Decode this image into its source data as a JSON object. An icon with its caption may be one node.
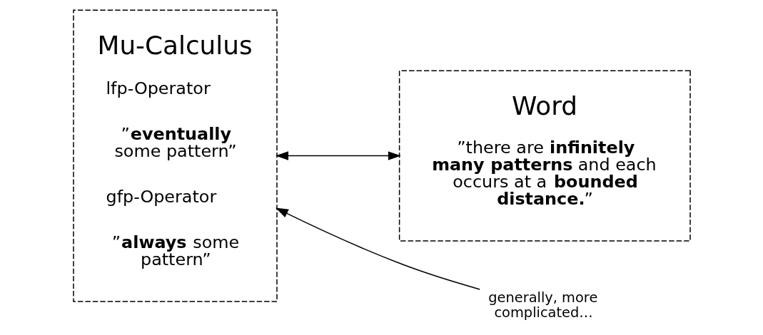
{
  "diagram": {
    "nodes": [
      {
        "text": [
          "Mu-Calculus",
          "lfp-Operator",
          "”**eventually** some pattern”",
          "gfp-Operator",
          "”**always** some pattern”"
        ]
      },
      {
        "text": [
          "Word",
          "”there are **infinitely many patterns** and each occurs at a **bounded distance.**”"
        ]
      },
      {
        "text": [
          "generally, more complicated…"
        ]
      }
    ],
    "edges": [
      {
        "from": 0,
        "to": 1,
        "arrow": "both"
      },
      {
        "from": 2,
        "to": 0,
        "arrow": "to"
      }
    ]
  }
}
